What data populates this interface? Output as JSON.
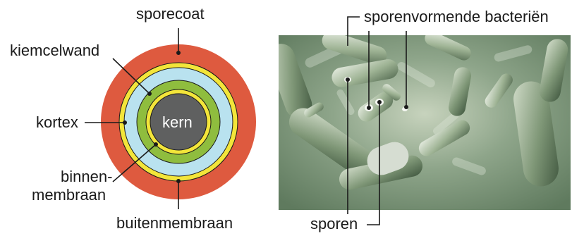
{
  "labels": {
    "sporecoat": "sporecoat",
    "kiemcelwand": "kiemcelwand",
    "kortex": "kortex",
    "kern": "kern",
    "binnen_line1": "binnen-",
    "binnen_line2": "membraan",
    "buitenmembraan": "buitenmembraan",
    "sporenvormende": "sporenvormende bacteriën",
    "sporen": "sporen"
  },
  "colors": {
    "sporecoat": "#de5a3f",
    "membrane": "#f3e53a",
    "kortex": "#b9e2ef",
    "kiemcelwand": "#8fbd3e",
    "kern": "#5f6060",
    "leader": "#1a1a1a",
    "photo_bg": "#7f9a7b",
    "bacteria": "#b9c9b1"
  }
}
